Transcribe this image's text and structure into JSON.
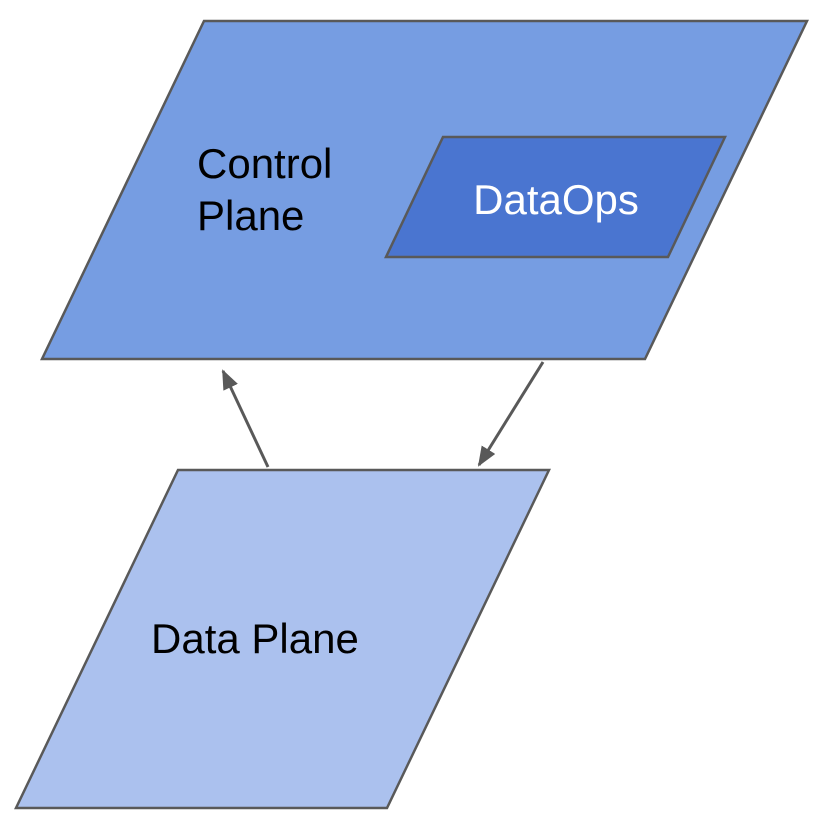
{
  "diagram": {
    "type": "plane-architecture-diagram",
    "nodes": {
      "control_plane": {
        "label": "Control Plane",
        "lines": [
          "Control",
          "Plane"
        ],
        "shape": "parallelogram",
        "fill": "#769DE2",
        "text_color": "#000000"
      },
      "dataops": {
        "label": "DataOps",
        "shape": "parallelogram",
        "fill": "#4A75D0",
        "text_color": "#FFFFFF",
        "parent": "Control Plane"
      },
      "data_plane": {
        "label": "Data Plane",
        "shape": "parallelogram",
        "fill": "#ABC1EE",
        "text_color": "#000000"
      }
    },
    "edges": [
      {
        "name": "data-plane-to-control-plane",
        "from": "Data Plane",
        "to": "Control Plane",
        "direction": "up"
      },
      {
        "name": "control-plane-to-data-plane",
        "from": "Control Plane",
        "to": "Data Plane",
        "direction": "down"
      }
    ],
    "stroke_color": "#595959",
    "background_color": "#ffffff"
  }
}
